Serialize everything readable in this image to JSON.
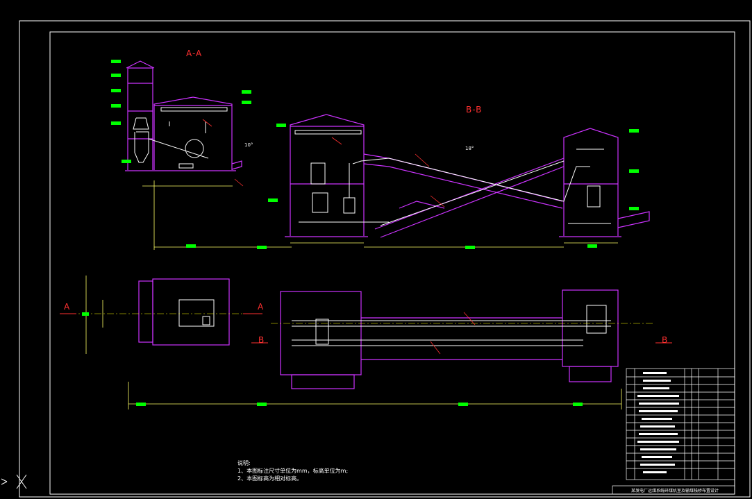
{
  "sections": {
    "aa": "A-A",
    "bb": "B-B"
  },
  "cut_marks": {
    "a_left": "A",
    "a_right": "A",
    "b_left": "B",
    "b_right": "B"
  },
  "angles": {
    "left": "10°",
    "right": "18°"
  },
  "notes": {
    "heading": "说明:",
    "line1": "1、本图标注尺寸单位为mm，标高单位为m;",
    "line2": "2、本图标高为相对标高。"
  },
  "title_strip": "某发电厂运煤系统碎煤机室及输煤栈桥布置设计",
  "colors": {
    "frame": "#ffffff",
    "structure": "#cc33ff",
    "equipment": "#ffffff",
    "dim": "#ffff66",
    "tag": "#00ff00",
    "leader": "#ff3030",
    "center": "#ffff00"
  }
}
